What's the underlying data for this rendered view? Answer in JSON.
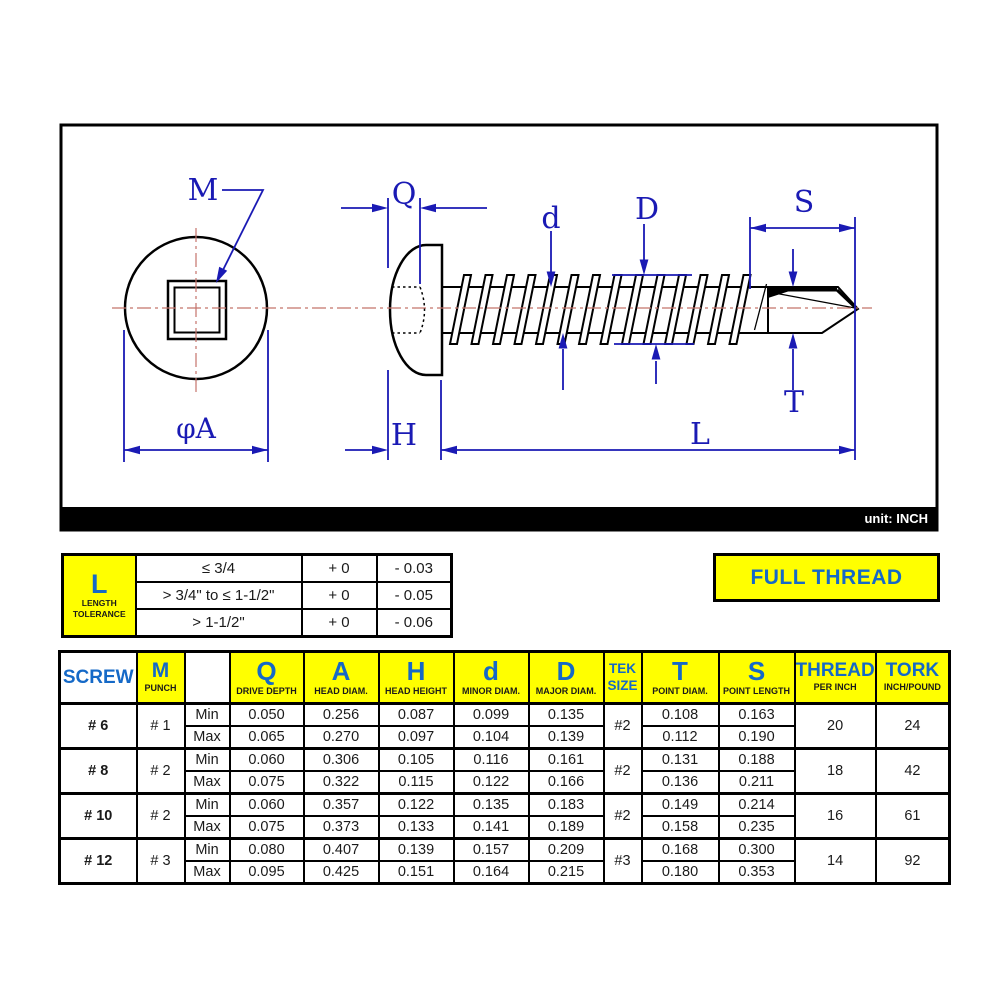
{
  "drawing": {
    "unit_label": "unit: INCH",
    "dim_labels": {
      "drive": "M",
      "drive_depth": "Q",
      "minor_diam": "d",
      "major_diam": "D",
      "point_length": "S",
      "point_diam": "T",
      "head_height": "H",
      "length": "L",
      "head_diam": "φA"
    }
  },
  "colors": {
    "dimension_blue": "#1a1ab4",
    "table_blue": "#1569c7",
    "highlight_yellow": "#ffff00",
    "centerline_red": "#c4736b"
  },
  "tolerance_table": {
    "letter": "L",
    "label_line1": "LENGTH",
    "label_line2": "TOLERANCE",
    "rows": [
      {
        "range": "≤ 3/4",
        "plus": "+ 0",
        "minus": "- 0.03"
      },
      {
        "range": "> 3/4\" to ≤ 1-1/2\"",
        "plus": "+ 0",
        "minus": "- 0.05"
      },
      {
        "range": "> 1-1/2\"",
        "plus": "+ 0",
        "minus": "- 0.06"
      }
    ]
  },
  "full_thread_label": "FULL THREAD",
  "spec_table": {
    "headers": {
      "screw": "SCREW",
      "m": "M",
      "m_sub": "PUNCH",
      "q": "Q",
      "q_sub": "DRIVE DEPTH",
      "a": "A",
      "a_sub": "HEAD DIAM.",
      "h": "H",
      "h_sub": "HEAD HEIGHT",
      "d": "d",
      "d_sub": "MINOR DIAM.",
      "dd": "D",
      "dd_sub": "MAJOR DIAM.",
      "tek1": "TEK",
      "tek2": "SIZE",
      "t": "T",
      "t_sub": "POINT DIAM.",
      "s": "S",
      "s_sub": "POINT LENGTH",
      "thread": "THREAD",
      "thread_sub": "PER INCH",
      "tork": "TORK",
      "tork_sub": "INCH/POUND"
    },
    "min_label": "Min",
    "max_label": "Max",
    "rows": [
      {
        "screw": "# 6",
        "punch": "# 1",
        "tek": "#2",
        "thread": "20",
        "tork": "24",
        "min": {
          "q": "0.050",
          "a": "0.256",
          "h": "0.087",
          "d": "0.099",
          "dd": "0.135",
          "t": "0.108",
          "s": "0.163"
        },
        "max": {
          "q": "0.065",
          "a": "0.270",
          "h": "0.097",
          "d": "0.104",
          "dd": "0.139",
          "t": "0.112",
          "s": "0.190"
        }
      },
      {
        "screw": "# 8",
        "punch": "# 2",
        "tek": "#2",
        "thread": "18",
        "tork": "42",
        "min": {
          "q": "0.060",
          "a": "0.306",
          "h": "0.105",
          "d": "0.116",
          "dd": "0.161",
          "t": "0.131",
          "s": "0.188"
        },
        "max": {
          "q": "0.075",
          "a": "0.322",
          "h": "0.115",
          "d": "0.122",
          "dd": "0.166",
          "t": "0.136",
          "s": "0.211"
        }
      },
      {
        "screw": "# 10",
        "punch": "# 2",
        "tek": "#2",
        "thread": "16",
        "tork": "61",
        "min": {
          "q": "0.060",
          "a": "0.357",
          "h": "0.122",
          "d": "0.135",
          "dd": "0.183",
          "t": "0.149",
          "s": "0.214"
        },
        "max": {
          "q": "0.075",
          "a": "0.373",
          "h": "0.133",
          "d": "0.141",
          "dd": "0.189",
          "t": "0.158",
          "s": "0.235"
        }
      },
      {
        "screw": "# 12",
        "punch": "# 3",
        "tek": "#3",
        "thread": "14",
        "tork": "92",
        "min": {
          "q": "0.080",
          "a": "0.407",
          "h": "0.139",
          "d": "0.157",
          "dd": "0.209",
          "t": "0.168",
          "s": "0.300"
        },
        "max": {
          "q": "0.095",
          "a": "0.425",
          "h": "0.151",
          "d": "0.164",
          "dd": "0.215",
          "t": "0.180",
          "s": "0.353"
        }
      }
    ]
  }
}
